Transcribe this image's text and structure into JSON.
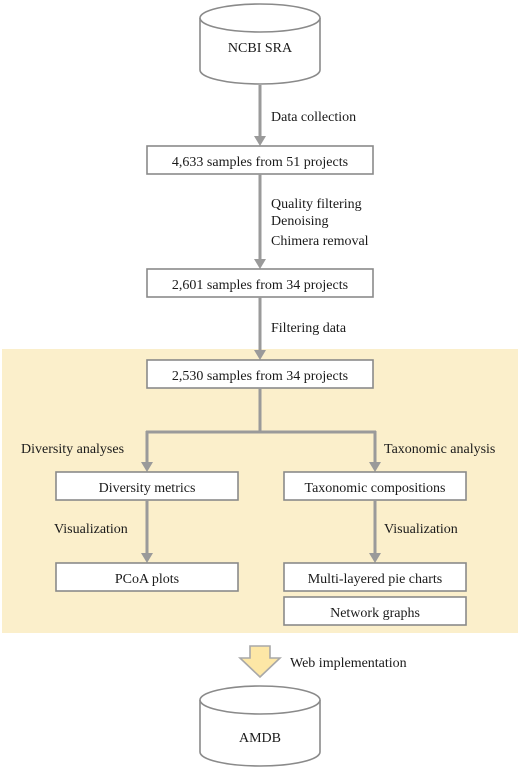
{
  "nodes": {
    "ncbi_sra": "NCBI SRA",
    "samples_1": "4,633 samples from 51 projects",
    "samples_2": "2,601 samples from 34 projects",
    "samples_3": "2,530 samples from 34 projects",
    "diversity_metrics": "Diversity metrics",
    "taxonomic_compositions": "Taxonomic compositions",
    "pcoa_plots": "PCoA plots",
    "pie_charts": "Multi-layered pie charts",
    "network_graphs": "Network graphs",
    "amdb": "AMDB"
  },
  "edges": {
    "data_collection": "Data collection",
    "quality_filtering": "Quality filtering",
    "denoising": "Denoising",
    "chimera_removal": "Chimera removal",
    "filtering_data": "Filtering data",
    "diversity_analyses": "Diversity analyses",
    "taxonomic_analysis": "Taxonomic analysis",
    "visualization_left": "Visualization",
    "visualization_right": "Visualization",
    "web_implementation": "Web implementation"
  },
  "colors": {
    "highlight_region": "#fbefcb",
    "arrow": "#9a9a9a",
    "box_border": "#8a8a8a",
    "web_arrow_fill": "#fde7a6",
    "web_arrow_stroke": "#a8a8a8"
  }
}
